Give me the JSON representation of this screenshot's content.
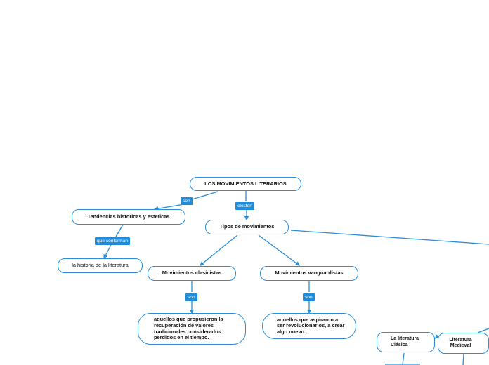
{
  "nodes": {
    "root": "LOS MOVIMIENTOS LITERARIOS",
    "tendencias": "Tendencias historicas y esteticas",
    "historia": "la historia de la literatura",
    "tipos": "Tipos de movimientos",
    "clasicistas": "Movimientos clasicistas",
    "vanguardistas": "Movimientos vanguardistas",
    "clasicistas_desc": "aquellos que propusieron la recuperación de valores tradicionales considerados perdidos en el tiempo.",
    "vanguardistas_desc": "aquellos que aspiraron a ser revolucionarios, a crear algo nuevo.",
    "literatura_clasica": "La literatura Clásica",
    "literatura_medieval": "Literatura Medieval"
  },
  "labels": {
    "son_1": "son",
    "existen": "existen",
    "que_conforman": "que conforman",
    "son_2": "son",
    "son_3": "son"
  },
  "colors": {
    "line": "#2a8ed8",
    "tag_bg": "#1e8ddb",
    "border": "#2a8ed8"
  }
}
